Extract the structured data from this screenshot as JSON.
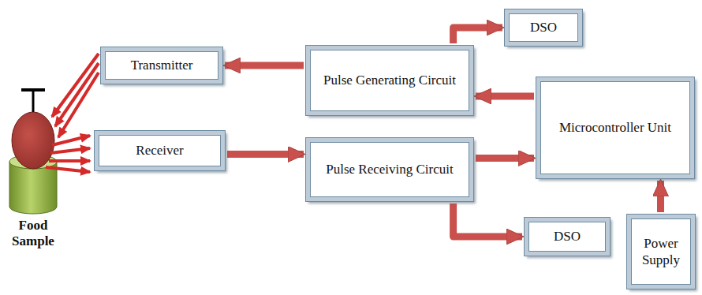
{
  "diagram": {
    "nodes": [
      {
        "text": [
          "Transmitter"
        ]
      },
      {
        "text": [
          "Pulse Generating Circuit"
        ]
      },
      {
        "text": [
          "DSO"
        ]
      },
      {
        "text": [
          "Microcontroller Unit"
        ]
      },
      {
        "text": [
          "Receiver"
        ]
      },
      {
        "text": [
          "Pulse Receiving Circuit"
        ]
      },
      {
        "text": [
          "DSO"
        ]
      },
      {
        "text": [
          "Power Supply"
        ]
      }
    ],
    "edges": [
      {
        "from": 1,
        "to": 0,
        "arrow": "to"
      },
      {
        "from": 3,
        "to": 1,
        "arrow": "to"
      },
      {
        "from": 1,
        "to": 2,
        "arrow": "to"
      },
      {
        "from": 4,
        "to": 5,
        "arrow": "to"
      },
      {
        "from": 5,
        "to": 3,
        "arrow": "to"
      },
      {
        "from": 5,
        "to": 6,
        "arrow": "to"
      },
      {
        "from": 7,
        "to": 3,
        "arrow": "to"
      }
    ],
    "labels": [
      "Food Sample"
    ]
  }
}
